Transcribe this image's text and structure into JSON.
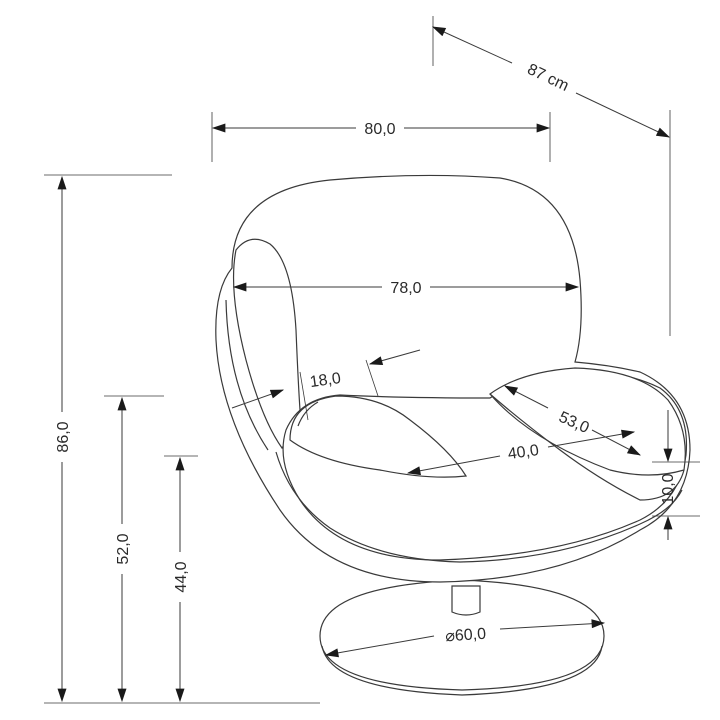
{
  "dimensions": {
    "depth_diag": "87 cm",
    "width_top": "80,0",
    "back_width": "78,0",
    "armrest": "18,0",
    "seat_depth_arm": "53,0",
    "seat_depth": "40,0",
    "cushion_height": "10,0",
    "base_diameter": "⌀60,0",
    "height_total": "86,0",
    "height_arm": "52,0",
    "height_seat": "44,0"
  },
  "colors": {
    "line": "#3a3a3a",
    "text": "#2a2a2a",
    "background": "#ffffff"
  }
}
